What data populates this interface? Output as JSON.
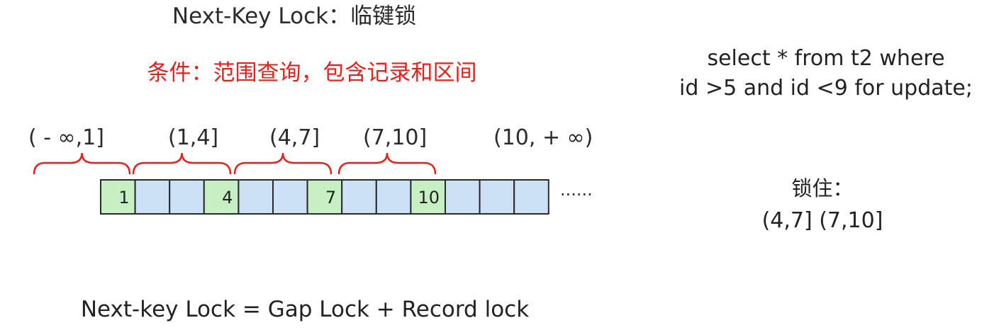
{
  "title": "Next-Key Lock：临键锁",
  "condition": "条件：范围查询，包含记录和区间",
  "intervals": [
    "( - ∞,1]",
    "(1,4]",
    "(4,7]",
    "(7,10]",
    "(10, + ∞)"
  ],
  "cells": [
    "1",
    "",
    "",
    "4",
    "",
    "",
    "7",
    "",
    "",
    "10",
    "",
    "",
    ""
  ],
  "record_cell_indices": [
    0,
    3,
    6,
    9
  ],
  "ellipsis": "......",
  "sql_line1": "select * from t2 where",
  "sql_line2": "id >5 and id <9 for update;",
  "locked_label": "锁住：",
  "locked_ranges": "(4,7]    (7,10]",
  "formula": "Next-key Lock  = Gap Lock + Record lock",
  "colors": {
    "record_cell": "#c6efc3",
    "gap_cell": "#cce1f6",
    "brace": "#e8201c",
    "condition_text": "#e8201c",
    "cell_border": "#2a2a2a"
  }
}
